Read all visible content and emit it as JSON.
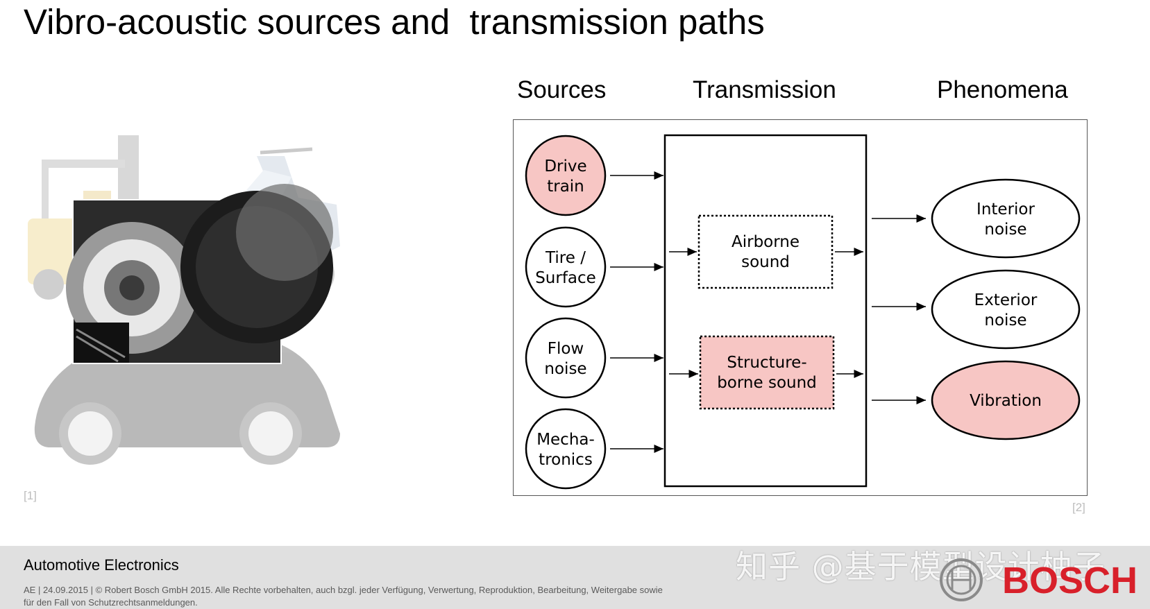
{
  "title": "Vibro-acoustic sources and  transmission paths",
  "left_figure": {
    "reference": "[1]"
  },
  "diagram": {
    "reference": "[2]",
    "column_headers": {
      "sources": "Sources",
      "transmission": "Transmission",
      "phenomena": "Phenomena"
    },
    "sources": [
      {
        "line1": "Drive",
        "line2": "train",
        "highlighted": true
      },
      {
        "line1": "Tire /",
        "line2": "Surface",
        "highlighted": false
      },
      {
        "line1": "Flow",
        "line2": "noise",
        "highlighted": false
      },
      {
        "line1": "Mecha-",
        "line2": "tronics",
        "highlighted": false
      }
    ],
    "transmission": [
      {
        "line1": "Airborne",
        "line2": "sound",
        "highlighted": false
      },
      {
        "line1": "Structure-",
        "line2": "borne sound",
        "highlighted": true
      }
    ],
    "phenomena": [
      {
        "line1": "Interior",
        "line2": "noise",
        "highlighted": false
      },
      {
        "line1": "Exterior",
        "line2": "noise",
        "highlighted": false
      },
      {
        "line1": "Vibration",
        "line2": "",
        "highlighted": true
      }
    ],
    "highlight_color": "#f7c6c4"
  },
  "footer": {
    "title": "Automotive Electronics",
    "legal_line1": "AE | 24.09.2015 | © Robert Bosch GmbH 2015. Alle Rechte vorbehalten, auch bzgl. jeder Verfügung, Verwertung, Reproduktion, Bearbeitung, Weitergabe sowie",
    "legal_line2": "für den Fall von Schutzrechtsanmeldungen.",
    "watermark": "知乎 @基于模型设计柚子",
    "logo_text": "BOSCH",
    "brand_color": "#d8202a"
  }
}
